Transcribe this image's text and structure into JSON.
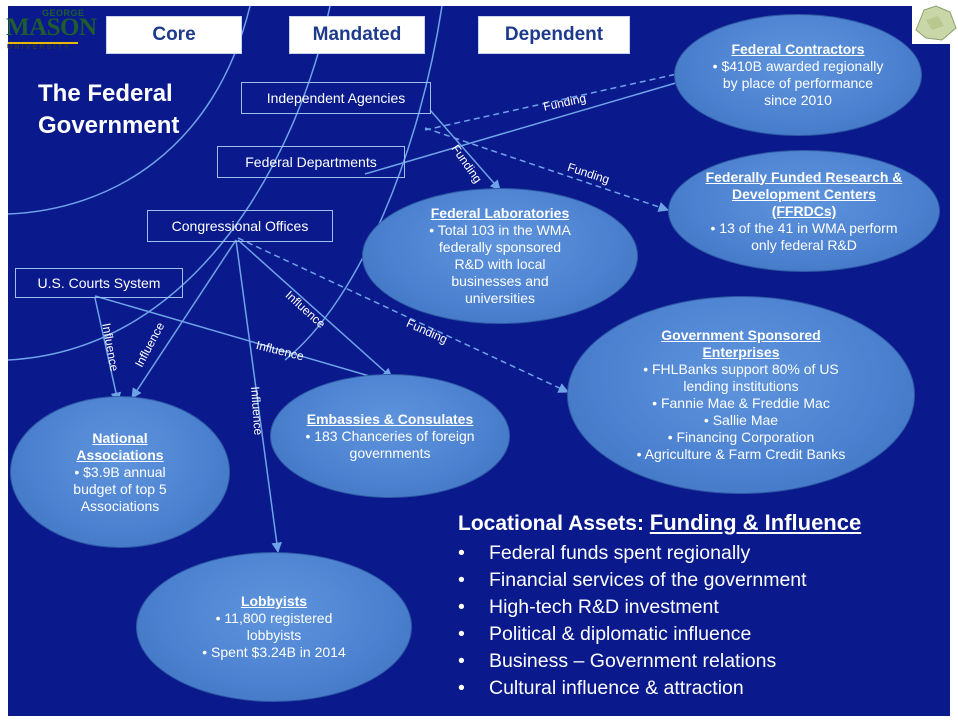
{
  "logo": {
    "top": "GEORGE",
    "main": "MASON",
    "bottom": "UNIVERSITY"
  },
  "tags": [
    "Core",
    "Mandated",
    "Dependent"
  ],
  "title": "The Federal\nGovernment",
  "boxes": {
    "independent": "Independent Agencies",
    "departments": "Federal Departments",
    "congress": "Congressional Offices",
    "courts": "U.S. Courts System"
  },
  "ellipses": {
    "contractors": {
      "heading": "Federal Contractors",
      "lines": [
        "• $410B awarded regionally by place of performance since 2010"
      ]
    },
    "ffrdc": {
      "heading": "Federally Funded Research & Development Centers (FFRDCs)",
      "lines": [
        "• 13 of the 41 in WMA perform only federal R&D"
      ]
    },
    "labs": {
      "heading": "Federal Laboratories",
      "lines": [
        "• Total 103 in the WMA federally sponsored R&D with local businesses and universities"
      ]
    },
    "gse": {
      "heading": "Government Sponsored Enterprises",
      "lines": [
        "• FHLBanks support 80% of US lending institutions",
        "• Fannie Mae & Freddie Mac",
        "• Sallie Mae",
        "• Financing Corporation",
        "• Agriculture & Farm Credit Banks"
      ]
    },
    "embassies": {
      "heading": "Embassies & Consulates",
      "lines": [
        "• 183 Chanceries of foreign governments"
      ]
    },
    "associations": {
      "heading": "National Associations",
      "lines": [
        "• $3.9B annual budget of top 5 Associations"
      ]
    },
    "lobbyists": {
      "heading": "Lobbyists",
      "lines": [
        "• 11,800 registered lobbyists",
        "• Spent $3.24B in 2014"
      ]
    }
  },
  "edge_labels": {
    "funding": "Funding",
    "influence": "Influence"
  },
  "assets": {
    "title_prefix": "Locational Assets:",
    "title_emph": "Funding & Influence",
    "items": [
      "Federal funds spent regionally",
      "Financial services of the government",
      "High-tech R&D investment",
      "Political & diplomatic influence",
      "Business – Government relations",
      "Cultural influence & attraction"
    ]
  },
  "colors": {
    "background": "#0a1a8c",
    "ellipse": "#4a80cf",
    "line": "#6fa3e8",
    "tag_text": "#1e3a8c"
  }
}
